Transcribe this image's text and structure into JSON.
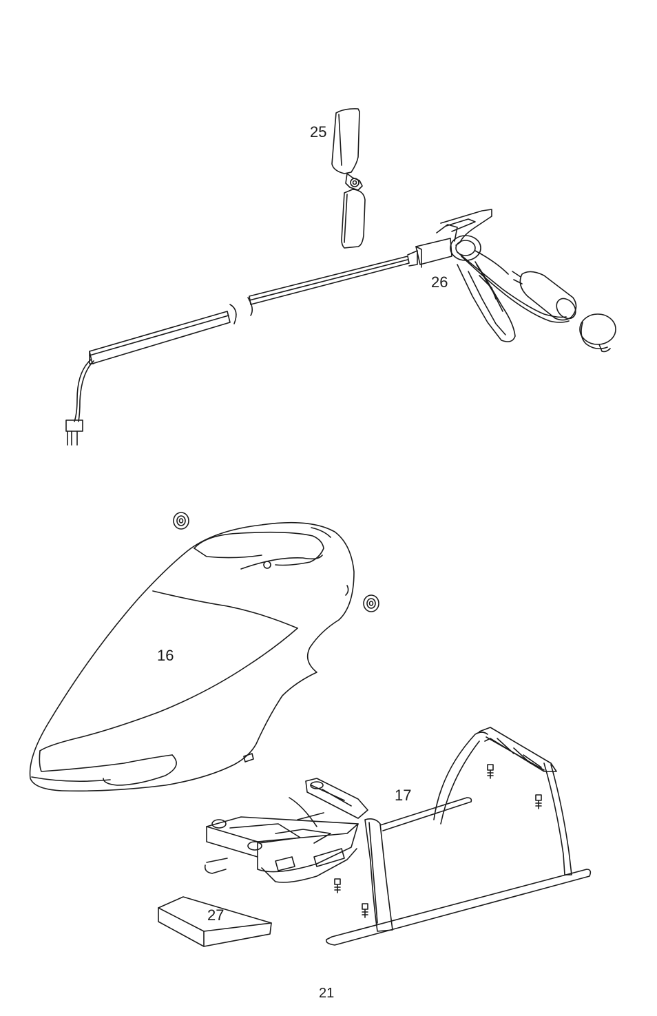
{
  "callouts": {
    "tail_rotor_blade": "25",
    "tail_boom_assembly": "26",
    "canopy": "16",
    "landing_gear": "17",
    "battery": "27"
  },
  "footer": {
    "page_number": "21"
  }
}
